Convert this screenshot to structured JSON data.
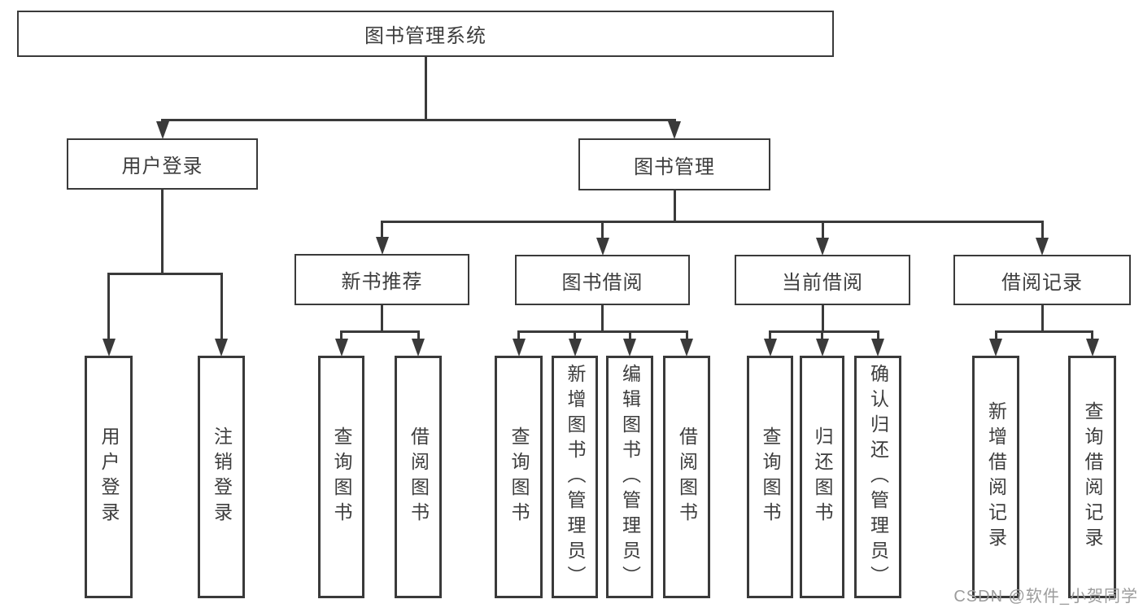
{
  "diagram": {
    "title": "图书管理系统",
    "nodes": [
      {
        "id": "root",
        "label": "图书管理系统",
        "parent": null
      },
      {
        "id": "user-login",
        "label": "用户登录",
        "parent": "root"
      },
      {
        "id": "book-mgmt",
        "label": "图书管理",
        "parent": "root"
      },
      {
        "id": "new-book-rec",
        "label": "新书推荐",
        "parent": "book-mgmt"
      },
      {
        "id": "book-borrow",
        "label": "图书借阅",
        "parent": "book-mgmt"
      },
      {
        "id": "current-borrow",
        "label": "当前借阅",
        "parent": "book-mgmt"
      },
      {
        "id": "borrow-record",
        "label": "借阅记录",
        "parent": "book-mgmt"
      },
      {
        "id": "leaf-user-login",
        "label": "用户登录",
        "parent": "user-login"
      },
      {
        "id": "leaf-logout",
        "label": "注销登录",
        "parent": "user-login"
      },
      {
        "id": "leaf-query-book-1",
        "label": "查询图书",
        "parent": "new-book-rec"
      },
      {
        "id": "leaf-borrow-book-1",
        "label": "借阅图书",
        "parent": "new-book-rec"
      },
      {
        "id": "leaf-query-book-2",
        "label": "查询图书",
        "parent": "book-borrow"
      },
      {
        "id": "leaf-add-book",
        "label": "新增图书（管理员）",
        "parent": "book-borrow"
      },
      {
        "id": "leaf-edit-book",
        "label": "编辑图书（管理员）",
        "parent": "book-borrow"
      },
      {
        "id": "leaf-borrow-book-2",
        "label": "借阅图书",
        "parent": "book-borrow"
      },
      {
        "id": "leaf-query-book-3",
        "label": "查询图书",
        "parent": "current-borrow"
      },
      {
        "id": "leaf-return-book",
        "label": "归还图书",
        "parent": "current-borrow"
      },
      {
        "id": "leaf-confirm-return",
        "label": "确认归还（管理员）",
        "parent": "current-borrow"
      },
      {
        "id": "leaf-add-borrow-rec",
        "label": "新增借阅记录",
        "parent": "borrow-record"
      },
      {
        "id": "leaf-query-borrow-rec",
        "label": "查询借阅记录",
        "parent": "borrow-record"
      }
    ]
  },
  "watermark": {
    "text": "CSDN @软件_小贺同学",
    "color": "#9c9c9c"
  },
  "colors": {
    "line": "#3a3a3a",
    "border": "#3a3a3a",
    "text": "#3d3d3d",
    "background": "#ffffff"
  }
}
